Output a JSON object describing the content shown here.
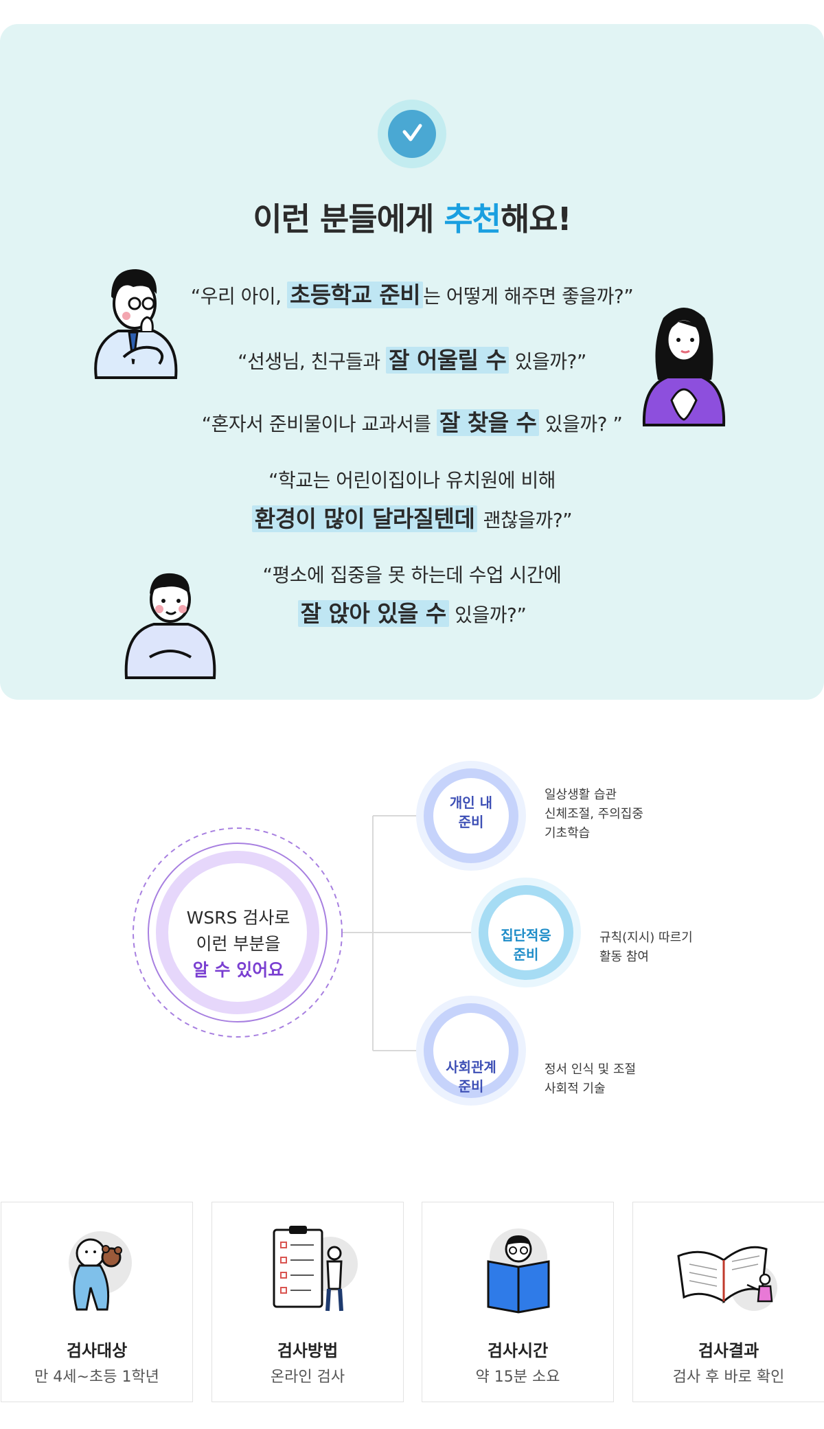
{
  "recommend": {
    "check_icon": "checkmark-icon",
    "title_pre": "이런 분들에게 ",
    "title_highlight": "추천",
    "title_post": "해요!",
    "quotes": [
      {
        "pre": "“우리 아이, ",
        "em": "초등학교 준비",
        "post": "는 어떻게 해주면 좋을까?”"
      },
      {
        "pre": "“선생님, 친구들과 ",
        "em": "잘 어울릴 수",
        "post": " 있을까?”"
      },
      {
        "pre": "“혼자서 준비물이나 교과서를 ",
        "em": "잘 찾을 수",
        "post": " 있을까? ”"
      },
      {
        "line1": "“학교는 어린이집이나 유치원에 비해",
        "em": "환경이 많이 달라질텐데",
        "post": " 괜찮을까?”"
      },
      {
        "line1": "“평소에 집중을 못 하는데 수업 시간에",
        "em": "잘 앉아 있을 수",
        "post": " 있을까?”"
      }
    ],
    "accent_color": "#1a9fe0",
    "panel_color": "#e1f4f4"
  },
  "diagram": {
    "center_line1": "WSRS 검사로",
    "center_line2": "이런 부분을",
    "center_line3": "알 수 있어요",
    "nodes": [
      {
        "label1": "개인 내",
        "label2": "준비",
        "desc": [
          "일상생활 습관",
          "신체조절, 주의집중",
          "기초학습"
        ]
      },
      {
        "label1": "집단적응",
        "label2": "준비",
        "desc": [
          "규칙(지시) 따르기",
          "활동 참여"
        ]
      },
      {
        "label1": "사회관계",
        "label2": "준비",
        "desc": [
          "정서 인식 및 조절",
          "사회적 기술"
        ]
      }
    ]
  },
  "cards": [
    {
      "title": "검사대상",
      "sub": "만 4세~초등 1학년",
      "icon": "baby-with-teddy-icon"
    },
    {
      "title": "검사방법",
      "sub": "온라인 검사",
      "icon": "clipboard-checklist-icon"
    },
    {
      "title": "검사시간",
      "sub": "약 15분 소요",
      "icon": "child-reading-book-icon"
    },
    {
      "title": "검사결과",
      "sub": "검사 후 바로 확인",
      "icon": "open-book-result-icon"
    }
  ]
}
